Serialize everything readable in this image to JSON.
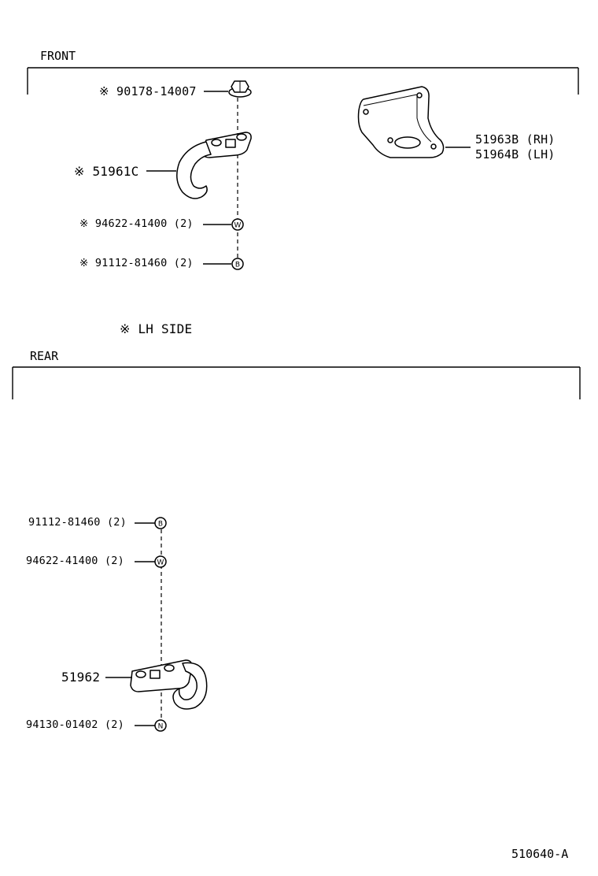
{
  "sections": {
    "front": {
      "title": "FRONT",
      "callouts": [
        {
          "mark": "※",
          "part_no": "90178-14007",
          "qty": ""
        },
        {
          "mark": "※",
          "part_no": "51961C",
          "qty": ""
        },
        {
          "mark": "※",
          "part_no": "94622-41400",
          "qty": "(2)",
          "symbol": "W"
        },
        {
          "mark": "※",
          "part_no": "91112-81460",
          "qty": "(2)",
          "symbol": "B"
        }
      ],
      "bracket": {
        "rh": "51963B (RH)",
        "lh": "51964B (LH)"
      },
      "note": {
        "mark": "※",
        "text": "LH SIDE"
      }
    },
    "rear": {
      "title": "REAR",
      "callouts": [
        {
          "part_no": "91112-81460",
          "qty": "(2)",
          "symbol": "B"
        },
        {
          "part_no": "94622-41400",
          "qty": "(2)",
          "symbol": "W"
        },
        {
          "part_no": "51962",
          "qty": ""
        },
        {
          "part_no": "94130-01402",
          "qty": "(2)",
          "symbol": "N"
        }
      ]
    }
  },
  "diagram_ref": "510640-A"
}
